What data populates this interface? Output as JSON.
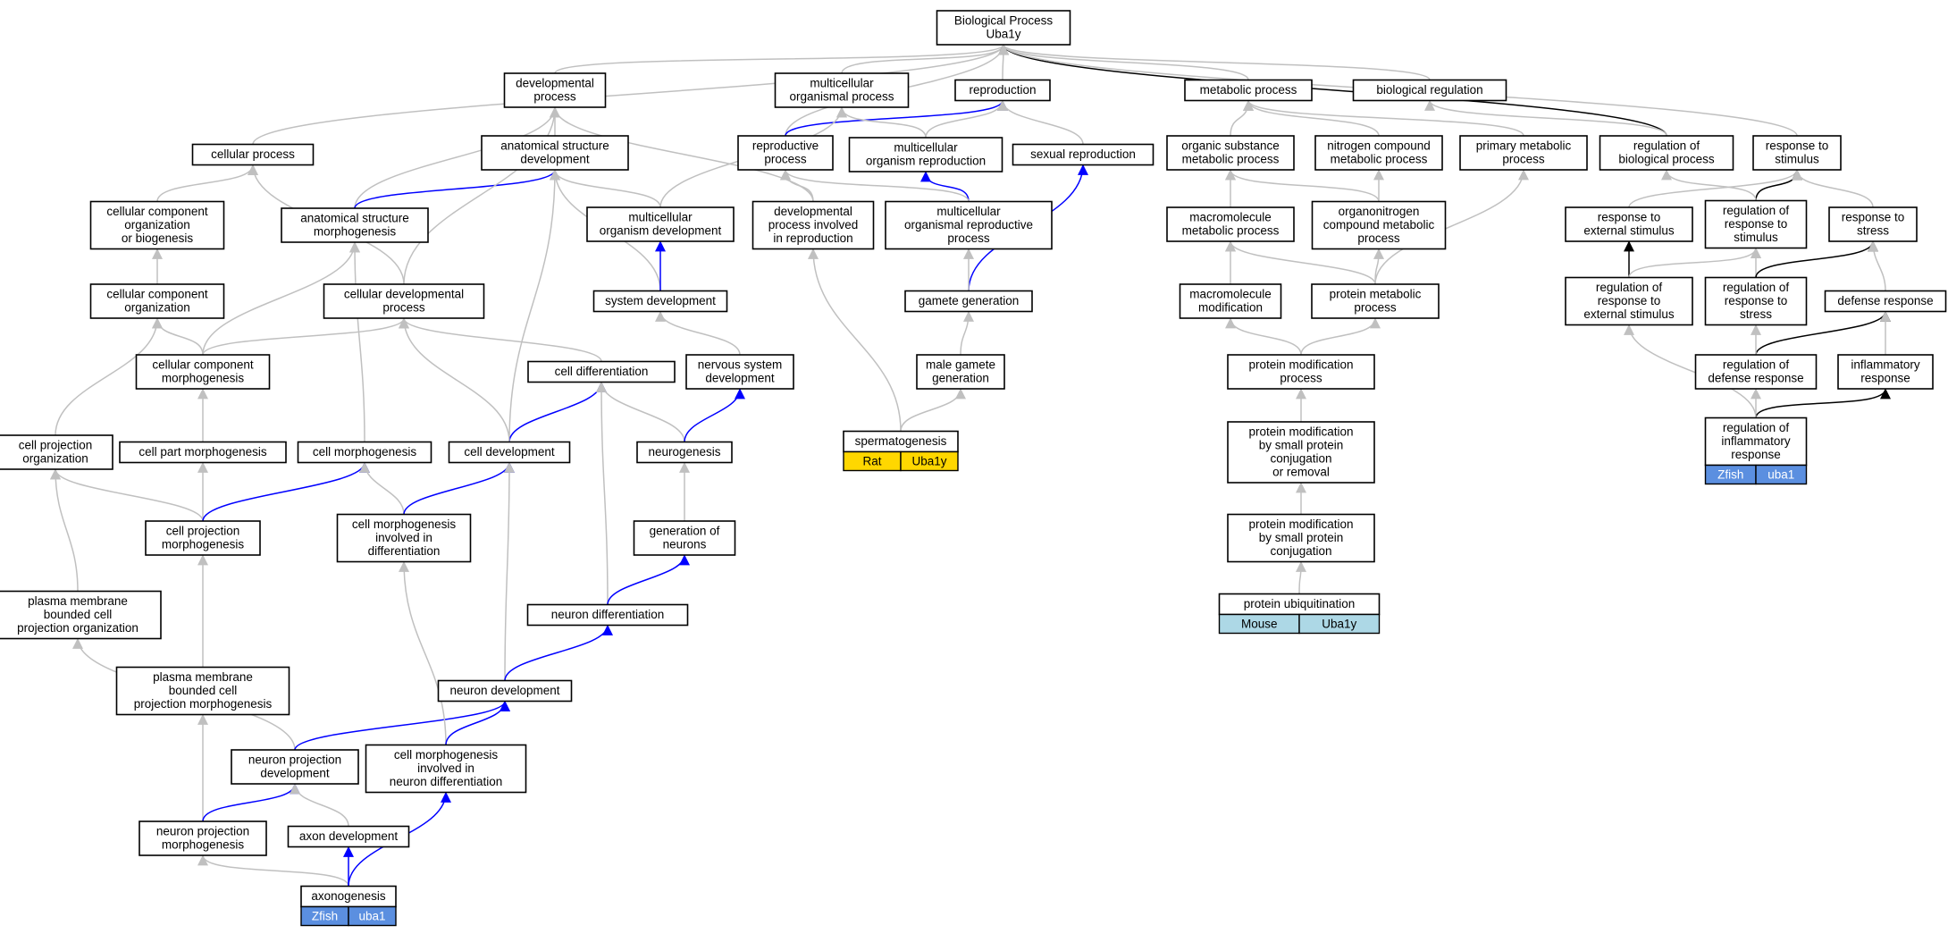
{
  "colors": {
    "gray_edge": "#c0c0c0",
    "blue_edge": "#0000ff",
    "black_edge": "#000000",
    "rat_tag": "#ffd700",
    "mouse_tag": "#add8e6",
    "zfish_tag": "#5b8fe0"
  },
  "nodes": [
    {
      "id": "bp",
      "lines": [
        "Biological Process",
        "Uba1y"
      ]
    },
    {
      "id": "dev",
      "lines": [
        "developmental",
        "process"
      ]
    },
    {
      "id": "mop",
      "lines": [
        "multicellular",
        "organismal process"
      ]
    },
    {
      "id": "rep",
      "lines": [
        "reproduction"
      ]
    },
    {
      "id": "met",
      "lines": [
        "metabolic process"
      ]
    },
    {
      "id": "breg",
      "lines": [
        "biological regulation"
      ]
    },
    {
      "id": "cp",
      "lines": [
        "cellular process"
      ]
    },
    {
      "id": "asd",
      "lines": [
        "anatomical structure",
        "development"
      ]
    },
    {
      "id": "rp",
      "lines": [
        "reproductive",
        "process"
      ]
    },
    {
      "id": "mor",
      "lines": [
        "multicellular",
        "organism reproduction"
      ]
    },
    {
      "id": "sr",
      "lines": [
        "sexual reproduction"
      ]
    },
    {
      "id": "osmp",
      "lines": [
        "organic substance",
        "metabolic process"
      ]
    },
    {
      "id": "ncmp",
      "lines": [
        "nitrogen compound",
        "metabolic process"
      ]
    },
    {
      "id": "pmp",
      "lines": [
        "primary metabolic",
        "process"
      ]
    },
    {
      "id": "rbp",
      "lines": [
        "regulation of",
        "biological process"
      ]
    },
    {
      "id": "rts",
      "lines": [
        "response to",
        "stimulus"
      ]
    },
    {
      "id": "ccob",
      "lines": [
        "cellular component",
        "organization",
        "or biogenesis"
      ]
    },
    {
      "id": "asm",
      "lines": [
        "anatomical structure",
        "morphogenesis"
      ]
    },
    {
      "id": "mod",
      "lines": [
        "multicellular",
        "organism development"
      ]
    },
    {
      "id": "dpir",
      "lines": [
        "developmental",
        "process involved",
        "in reproduction"
      ]
    },
    {
      "id": "morp",
      "lines": [
        "multicellular",
        "organismal reproductive",
        "process"
      ]
    },
    {
      "id": "mmp",
      "lines": [
        "macromolecule",
        "metabolic process"
      ]
    },
    {
      "id": "occmp",
      "lines": [
        "organonitrogen",
        "compound metabolic",
        "process"
      ]
    },
    {
      "id": "rtes",
      "lines": [
        "response to",
        "external stimulus"
      ]
    },
    {
      "id": "rrts",
      "lines": [
        "regulation of",
        "response to",
        "stimulus"
      ]
    },
    {
      "id": "rtst",
      "lines": [
        "response to",
        "stress"
      ]
    },
    {
      "id": "cco",
      "lines": [
        "cellular component",
        "organization"
      ]
    },
    {
      "id": "cdp",
      "lines": [
        "cellular developmental",
        "process"
      ]
    },
    {
      "id": "sd",
      "lines": [
        "system development"
      ]
    },
    {
      "id": "gg",
      "lines": [
        "gamete generation"
      ]
    },
    {
      "id": "mm",
      "lines": [
        "macromolecule",
        "modification"
      ]
    },
    {
      "id": "prmp",
      "lines": [
        "protein metabolic",
        "process"
      ]
    },
    {
      "id": "rrtes",
      "lines": [
        "regulation of",
        "response to",
        "external stimulus"
      ]
    },
    {
      "id": "rrtst",
      "lines": [
        "regulation of",
        "response to",
        "stress"
      ]
    },
    {
      "id": "dr",
      "lines": [
        "defense response"
      ]
    },
    {
      "id": "ccm",
      "lines": [
        "cellular component",
        "morphogenesis"
      ]
    },
    {
      "id": "cd",
      "lines": [
        "cell differentiation"
      ]
    },
    {
      "id": "nsd",
      "lines": [
        "nervous system",
        "development"
      ]
    },
    {
      "id": "mgg",
      "lines": [
        "male gamete",
        "generation"
      ]
    },
    {
      "id": "pmod",
      "lines": [
        "protein modification",
        "process"
      ]
    },
    {
      "id": "rdr",
      "lines": [
        "regulation of",
        "defense response"
      ]
    },
    {
      "id": "ir",
      "lines": [
        "inflammatory",
        "response"
      ]
    },
    {
      "id": "cpo",
      "lines": [
        "cell projection",
        "organization"
      ]
    },
    {
      "id": "cpm",
      "lines": [
        "cell part morphogenesis"
      ]
    },
    {
      "id": "cm",
      "lines": [
        "cell morphogenesis"
      ]
    },
    {
      "id": "cdv",
      "lines": [
        "cell development"
      ]
    },
    {
      "id": "ng",
      "lines": [
        "neurogenesis"
      ]
    },
    {
      "id": "sp",
      "lines": [
        "spermatogenesis"
      ],
      "tags": [
        {
          "text": "Rat",
          "color": "rat_tag"
        },
        {
          "text": "Uba1y",
          "color": "rat_tag"
        }
      ]
    },
    {
      "id": "pmspc",
      "lines": [
        "protein modification",
        "by small protein",
        "conjugation",
        "or removal"
      ]
    },
    {
      "id": "rir",
      "lines": [
        "regulation of",
        "inflammatory",
        "response"
      ],
      "tags": [
        {
          "text": "Zfish",
          "color": "zfish_tag"
        },
        {
          "text": "uba1",
          "color": "zfish_tag"
        }
      ]
    },
    {
      "id": "cpmo",
      "lines": [
        "cell projection",
        "morphogenesis"
      ]
    },
    {
      "id": "cmid",
      "lines": [
        "cell morphogenesis",
        "involved in",
        "differentiation"
      ]
    },
    {
      "id": "gon",
      "lines": [
        "generation of",
        "neurons"
      ]
    },
    {
      "id": "pmspc2",
      "lines": [
        "protein modification",
        "by small protein",
        "conjugation"
      ]
    },
    {
      "id": "pmbcpo",
      "lines": [
        "plasma membrane",
        "bounded cell",
        "projection organization"
      ]
    },
    {
      "id": "nd",
      "lines": [
        "neuron differentiation"
      ]
    },
    {
      "id": "pu",
      "lines": [
        "protein ubiquitination"
      ],
      "tags": [
        {
          "text": "Mouse",
          "color": "mouse_tag"
        },
        {
          "text": "Uba1y",
          "color": "mouse_tag"
        }
      ]
    },
    {
      "id": "pmbcpm",
      "lines": [
        "plasma membrane",
        "bounded cell",
        "projection morphogenesis"
      ]
    },
    {
      "id": "ndv",
      "lines": [
        "neuron development"
      ]
    },
    {
      "id": "npd",
      "lines": [
        "neuron projection",
        "development"
      ]
    },
    {
      "id": "cmind",
      "lines": [
        "cell morphogenesis",
        "involved in",
        "neuron differentiation"
      ]
    },
    {
      "id": "npm",
      "lines": [
        "neuron projection",
        "morphogenesis"
      ]
    },
    {
      "id": "ad",
      "lines": [
        "axon development"
      ]
    },
    {
      "id": "ax",
      "lines": [
        "axonogenesis"
      ],
      "tags": [
        {
          "text": "Zfish",
          "color": "zfish_tag"
        },
        {
          "text": "uba1",
          "color": "zfish_tag"
        }
      ]
    }
  ],
  "edges": [
    {
      "from": "dev",
      "to": "bp",
      "kind": "gray"
    },
    {
      "from": "mop",
      "to": "bp",
      "kind": "gray"
    },
    {
      "from": "rep",
      "to": "bp",
      "kind": "gray"
    },
    {
      "from": "met",
      "to": "bp",
      "kind": "gray"
    },
    {
      "from": "breg",
      "to": "bp",
      "kind": "gray"
    },
    {
      "from": "cp",
      "to": "bp",
      "kind": "gray"
    },
    {
      "from": "rbp",
      "to": "bp",
      "kind": "black"
    },
    {
      "from": "rts",
      "to": "bp",
      "kind": "gray"
    },
    {
      "from": "rp",
      "to": "bp",
      "kind": "gray"
    },
    {
      "from": "asd",
      "to": "dev",
      "kind": "gray"
    },
    {
      "from": "rp",
      "to": "rep",
      "kind": "blue"
    },
    {
      "from": "mor",
      "to": "rep",
      "kind": "gray"
    },
    {
      "from": "sr",
      "to": "rep",
      "kind": "gray"
    },
    {
      "from": "mor",
      "to": "mop",
      "kind": "gray"
    },
    {
      "from": "mod",
      "to": "mop",
      "kind": "gray"
    },
    {
      "from": "osmp",
      "to": "met",
      "kind": "gray"
    },
    {
      "from": "ncmp",
      "to": "met",
      "kind": "gray"
    },
    {
      "from": "pmp",
      "to": "met",
      "kind": "gray"
    },
    {
      "from": "rbp",
      "to": "breg",
      "kind": "gray"
    },
    {
      "from": "ccob",
      "to": "cp",
      "kind": "gray"
    },
    {
      "from": "cdp",
      "to": "cp",
      "kind": "gray"
    },
    {
      "from": "asm",
      "to": "dev",
      "kind": "gray"
    },
    {
      "from": "asm",
      "to": "asd",
      "kind": "blue"
    },
    {
      "from": "mod",
      "to": "asd",
      "kind": "gray"
    },
    {
      "from": "sd",
      "to": "asd",
      "kind": "gray"
    },
    {
      "from": "cdv",
      "to": "asd",
      "kind": "gray"
    },
    {
      "from": "dpir",
      "to": "dev",
      "kind": "gray"
    },
    {
      "from": "dpir",
      "to": "rp",
      "kind": "gray"
    },
    {
      "from": "morp",
      "to": "mor",
      "kind": "blue"
    },
    {
      "from": "morp",
      "to": "rp",
      "kind": "gray"
    },
    {
      "from": "gg",
      "to": "sr",
      "kind": "blue"
    },
    {
      "from": "mmp",
      "to": "osmp",
      "kind": "gray"
    },
    {
      "from": "occmp",
      "to": "osmp",
      "kind": "gray"
    },
    {
      "from": "occmp",
      "to": "ncmp",
      "kind": "gray"
    },
    {
      "from": "rtes",
      "to": "rts",
      "kind": "gray"
    },
    {
      "from": "rrts",
      "to": "rts",
      "kind": "black"
    },
    {
      "from": "rrts",
      "to": "rbp",
      "kind": "gray"
    },
    {
      "from": "rtst",
      "to": "rts",
      "kind": "gray"
    },
    {
      "from": "cco",
      "to": "ccob",
      "kind": "gray"
    },
    {
      "from": "cdp",
      "to": "dev",
      "kind": "gray"
    },
    {
      "from": "sd",
      "to": "mod",
      "kind": "blue"
    },
    {
      "from": "gg",
      "to": "morp",
      "kind": "gray"
    },
    {
      "from": "mm",
      "to": "mmp",
      "kind": "gray"
    },
    {
      "from": "prmp",
      "to": "mmp",
      "kind": "gray"
    },
    {
      "from": "prmp",
      "to": "occmp",
      "kind": "gray"
    },
    {
      "from": "prmp",
      "to": "pmp",
      "kind": "gray"
    },
    {
      "from": "rrtes",
      "to": "rtes",
      "kind": "black"
    },
    {
      "from": "rrtes",
      "to": "rrts",
      "kind": "gray"
    },
    {
      "from": "rrtst",
      "to": "rrts",
      "kind": "gray"
    },
    {
      "from": "rrtst",
      "to": "rtst",
      "kind": "black"
    },
    {
      "from": "dr",
      "to": "rtst",
      "kind": "gray"
    },
    {
      "from": "ccm",
      "to": "cco",
      "kind": "gray"
    },
    {
      "from": "ccm",
      "to": "asm",
      "kind": "gray"
    },
    {
      "from": "ccm",
      "to": "cdp",
      "kind": "gray"
    },
    {
      "from": "cd",
      "to": "cdp",
      "kind": "gray"
    },
    {
      "from": "nsd",
      "to": "sd",
      "kind": "gray"
    },
    {
      "from": "mgg",
      "to": "gg",
      "kind": "gray"
    },
    {
      "from": "pmod",
      "to": "mm",
      "kind": "gray"
    },
    {
      "from": "pmod",
      "to": "prmp",
      "kind": "gray"
    },
    {
      "from": "rdr",
      "to": "dr",
      "kind": "black"
    },
    {
      "from": "rdr",
      "to": "rrtst",
      "kind": "gray"
    },
    {
      "from": "ir",
      "to": "dr",
      "kind": "gray"
    },
    {
      "from": "cpo",
      "to": "cco",
      "kind": "gray"
    },
    {
      "from": "cpm",
      "to": "ccm",
      "kind": "gray"
    },
    {
      "from": "cm",
      "to": "asm",
      "kind": "gray"
    },
    {
      "from": "cdv",
      "to": "cd",
      "kind": "blue"
    },
    {
      "from": "cdv",
      "to": "cdp",
      "kind": "gray"
    },
    {
      "from": "ng",
      "to": "cd",
      "kind": "gray"
    },
    {
      "from": "ng",
      "to": "nsd",
      "kind": "blue"
    },
    {
      "from": "sp",
      "to": "dpir",
      "kind": "gray"
    },
    {
      "from": "sp",
      "to": "mgg",
      "kind": "gray"
    },
    {
      "from": "pmspc",
      "to": "pmod",
      "kind": "gray"
    },
    {
      "from": "rir",
      "to": "rdr",
      "kind": "gray"
    },
    {
      "from": "rir",
      "to": "ir",
      "kind": "black"
    },
    {
      "from": "rir",
      "to": "rrtes",
      "kind": "gray"
    },
    {
      "from": "cpmo",
      "to": "cpo",
      "kind": "gray"
    },
    {
      "from": "cpmo",
      "to": "cpm",
      "kind": "gray"
    },
    {
      "from": "cpmo",
      "to": "cm",
      "kind": "blue"
    },
    {
      "from": "cmid",
      "to": "cm",
      "kind": "gray"
    },
    {
      "from": "cmid",
      "to": "cdv",
      "kind": "blue"
    },
    {
      "from": "gon",
      "to": "ng",
      "kind": "gray"
    },
    {
      "from": "pmspc2",
      "to": "pmspc",
      "kind": "gray"
    },
    {
      "from": "pmbcpo",
      "to": "cpo",
      "kind": "gray"
    },
    {
      "from": "nd",
      "to": "cd",
      "kind": "gray"
    },
    {
      "from": "nd",
      "to": "gon",
      "kind": "blue"
    },
    {
      "from": "pu",
      "to": "pmspc2",
      "kind": "gray"
    },
    {
      "from": "pmbcpm",
      "to": "cpmo",
      "kind": "gray"
    },
    {
      "from": "ndv",
      "to": "cdv",
      "kind": "gray"
    },
    {
      "from": "ndv",
      "to": "nd",
      "kind": "blue"
    },
    {
      "from": "npd",
      "to": "pmbcpo",
      "kind": "gray"
    },
    {
      "from": "npd",
      "to": "ndv",
      "kind": "blue"
    },
    {
      "from": "cmind",
      "to": "cmid",
      "kind": "gray"
    },
    {
      "from": "cmind",
      "to": "ndv",
      "kind": "blue"
    },
    {
      "from": "npm",
      "to": "pmbcpm",
      "kind": "gray"
    },
    {
      "from": "npm",
      "to": "npd",
      "kind": "blue"
    },
    {
      "from": "ad",
      "to": "npd",
      "kind": "gray"
    },
    {
      "from": "ax",
      "to": "npm",
      "kind": "gray"
    },
    {
      "from": "ax",
      "to": "ad",
      "kind": "blue"
    },
    {
      "from": "ax",
      "to": "cmind",
      "kind": "blue"
    }
  ]
}
